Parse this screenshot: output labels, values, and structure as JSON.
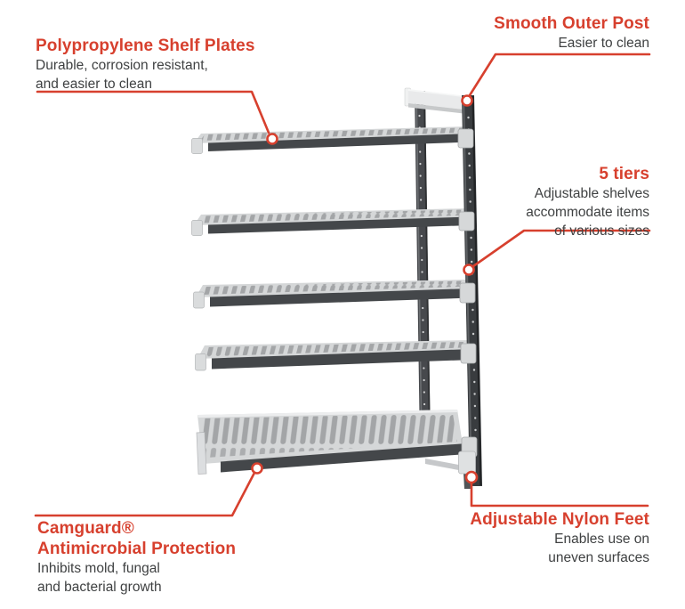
{
  "colors": {
    "accent_red": "#d7402e",
    "heading_red": "#d7402e",
    "body_text": "#3f4142",
    "post_dark": "#3c3f42",
    "plate_gray": "#d5d7d8",
    "trim_light": "#e9eaeb",
    "background": "#ffffff"
  },
  "product": {
    "description": "5-tier vented polypropylene add-on shelving unit",
    "tier_count": 5
  },
  "callouts": {
    "shelf_plates": {
      "title": "Polypropylene Shelf Plates",
      "line1": "Durable, corrosion resistant,",
      "line2": "and easier to clean"
    },
    "outer_post": {
      "title": "Smooth Outer Post",
      "line1": "Easier to clean"
    },
    "tiers": {
      "title": "5 tiers",
      "line1": "Adjustable shelves",
      "line2": "accommodate items",
      "line3": "of various sizes"
    },
    "camguard": {
      "title_line1": "Camguard®",
      "title_line2": "Antimicrobial Protection",
      "line1": "Inhibits mold, fungal",
      "line2": "and bacterial growth"
    },
    "feet": {
      "title": "Adjustable Nylon Feet",
      "line1": "Enables use on",
      "line2": "uneven surfaces"
    }
  }
}
